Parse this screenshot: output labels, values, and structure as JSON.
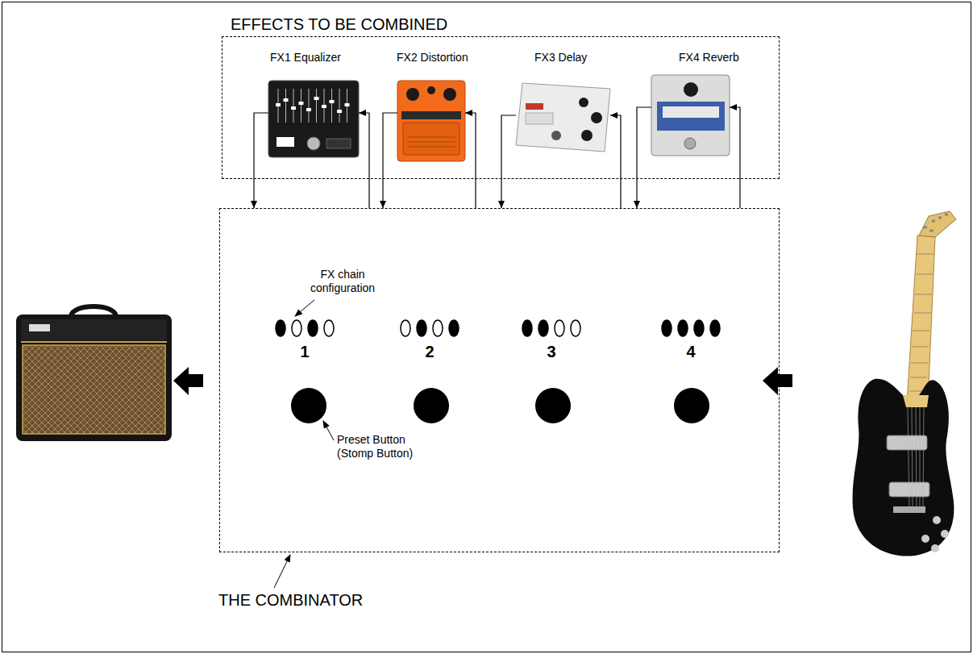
{
  "diagram": {
    "nodes": [
      {
        "text": [
          "EFFECTS TO BE COMBINED"
        ]
      },
      {
        "text": [
          "FX1 Equalizer"
        ],
        "in": 0
      },
      {
        "text": [
          "FX2 Distortion"
        ],
        "in": 0
      },
      {
        "text": [
          "FX3 Delay"
        ],
        "in": 0
      },
      {
        "text": [
          "FX4 Reverb"
        ],
        "in": 0
      },
      {
        "text": [
          "THE COMBINATOR"
        ]
      }
    ],
    "edges": [
      {
        "from": 1,
        "to": 5,
        "arrow": "to"
      },
      {
        "from": 5,
        "to": 1,
        "arrow": "to"
      },
      {
        "from": 2,
        "to": 5,
        "arrow": "to"
      },
      {
        "from": 5,
        "to": 2,
        "arrow": "to"
      },
      {
        "from": 3,
        "to": 5,
        "arrow": "to"
      },
      {
        "from": 5,
        "to": 3,
        "arrow": "to"
      },
      {
        "from": 4,
        "to": 5,
        "arrow": "to"
      },
      {
        "from": 5,
        "to": 4,
        "arrow": "to"
      }
    ],
    "labels": [
      "FX chain configuration",
      "1",
      "2",
      "3",
      "4",
      "Preset Button (Stomp Button)"
    ]
  }
}
